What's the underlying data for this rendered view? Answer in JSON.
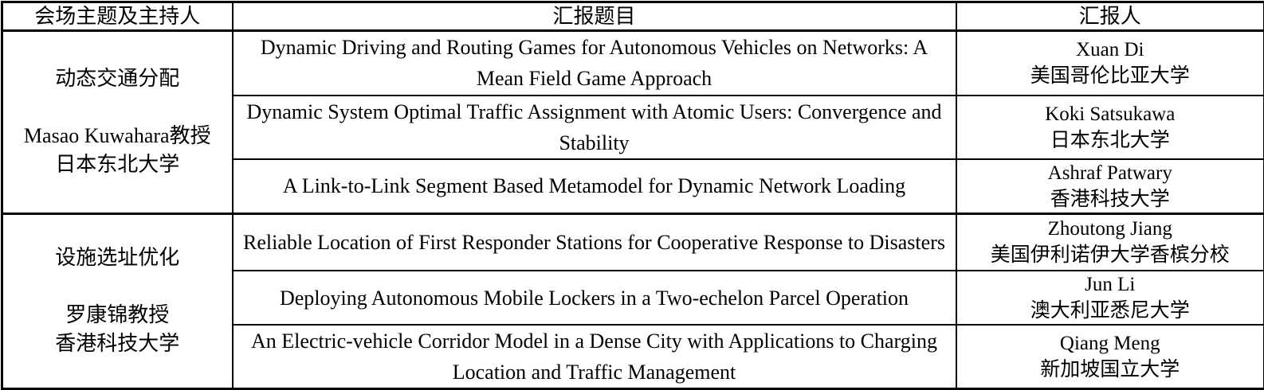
{
  "colors": {
    "border": "#000000",
    "text": "#000000",
    "background": "#ffffff"
  },
  "table": {
    "headers": {
      "session_column": "会场主题及主持人",
      "title_column": "汇报题目",
      "presenter_column": "汇报人"
    },
    "sessions": [
      {
        "theme": "动态交通分配",
        "moderator": "Masao Kuwahara教授",
        "moderator_affiliation": "日本东北大学",
        "talks": [
          {
            "title": "Dynamic Driving and Routing Games for Autonomous Vehicles on Networks: A Mean Field Game Approach",
            "presenter": "Xuan Di",
            "affiliation": "美国哥伦比亚大学"
          },
          {
            "title": "Dynamic System Optimal Traffic Assignment with Atomic Users: Convergence and Stability",
            "presenter": "Koki Satsukawa",
            "affiliation": "日本东北大学"
          },
          {
            "title": "A Link-to-Link Segment Based Metamodel for Dynamic Network Loading",
            "presenter": "Ashraf Patwary",
            "affiliation": "香港科技大学"
          }
        ]
      },
      {
        "theme": "设施选址优化",
        "moderator": "罗康锦教授",
        "moderator_affiliation": "香港科技大学",
        "talks": [
          {
            "title": "Reliable Location of First Responder Stations for Cooperative Response to Disasters",
            "presenter": "Zhoutong Jiang",
            "affiliation": "美国伊利诺伊大学香槟分校"
          },
          {
            "title": "Deploying Autonomous Mobile Lockers in a Two-echelon Parcel Operation",
            "presenter": "Jun Li",
            "affiliation": "澳大利亚悉尼大学"
          },
          {
            "title": "An Electric-vehicle Corridor Model in a Dense City with Applications to Charging Location and Traffic Management",
            "presenter": "Qiang Meng",
            "affiliation": "新加坡国立大学"
          }
        ]
      }
    ]
  }
}
